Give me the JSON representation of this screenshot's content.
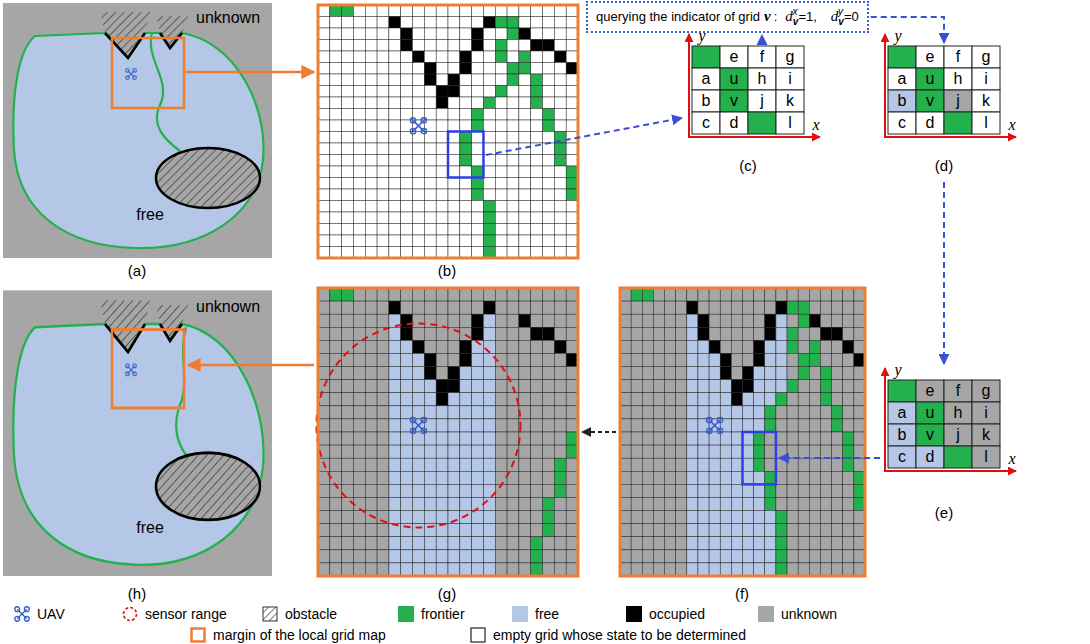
{
  "diagram": {
    "nodes": [
      {
        "text": [
          "querying the indicator of grid",
          "v",
          ":",
          "d",
          "v",
          "x",
          "=1,",
          "d",
          "v",
          "y",
          "=0"
        ]
      }
    ],
    "labels": [
      "unknown",
      "free",
      "(a)",
      "(b)",
      "y",
      "e",
      "f",
      "g",
      "a",
      "u",
      "h",
      "i",
      "b",
      "v",
      "j",
      "k",
      "c",
      "d",
      "l",
      "x",
      "(c)",
      "y",
      "e",
      "f",
      "g",
      "a",
      "u",
      "h",
      "i",
      "b",
      "v",
      "j",
      "k",
      "c",
      "d",
      "l",
      "x",
      "(d)",
      "y",
      "e",
      "f",
      "g",
      "a",
      "u",
      "h",
      "i",
      "b",
      "v",
      "j",
      "k",
      "c",
      "d",
      "l",
      "x",
      "(e)",
      "(f)",
      "(g)",
      "unknown",
      "free",
      "(h)"
    ],
    "legend": [
      {
        "text": "UAV"
      },
      {
        "text": "sensor range"
      },
      {
        "text": "obstacle"
      },
      {
        "text": "frontier",
        "color": "#22b14c"
      },
      {
        "text": "free",
        "color": "#b4c7e7"
      },
      {
        "text": "occupied",
        "color": "#000000"
      },
      {
        "text": "unknown",
        "color": "#a6a6a6"
      },
      {
        "text": "margin of the local grid map"
      },
      {
        "text": "empty grid whose state to be determined"
      }
    ]
  }
}
